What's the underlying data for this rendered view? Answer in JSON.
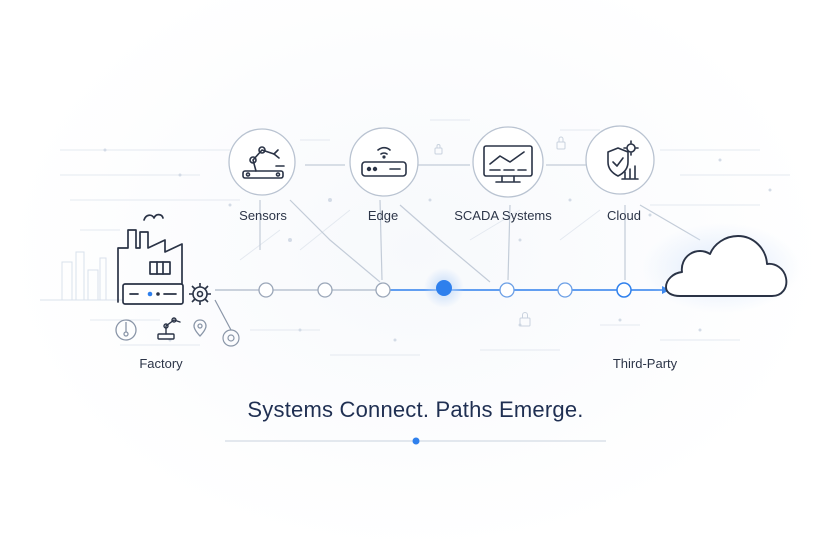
{
  "stages": [
    {
      "id": "sensors",
      "label": "Sensors",
      "icon": "robot-arm-icon"
    },
    {
      "id": "edge",
      "label": "Edge",
      "icon": "edge-router-icon"
    },
    {
      "id": "scada",
      "label": "SCADA Systems",
      "icon": "monitor-chart-icon"
    },
    {
      "id": "cloud-stage",
      "label": "Cloud",
      "icon": "shield-gear-chart-icon"
    }
  ],
  "endpoints": {
    "source": {
      "label": "Factory",
      "icon": "factory-icon"
    },
    "destination": {
      "label": "Third-Party",
      "icon": "cloud-icon"
    }
  },
  "tagline": "Systems Connect. Paths Emerge.",
  "colors": {
    "accent": "#2f80ed",
    "line": "#b9c3d1",
    "text": "#1f2f52",
    "icon": "#2a3346"
  }
}
